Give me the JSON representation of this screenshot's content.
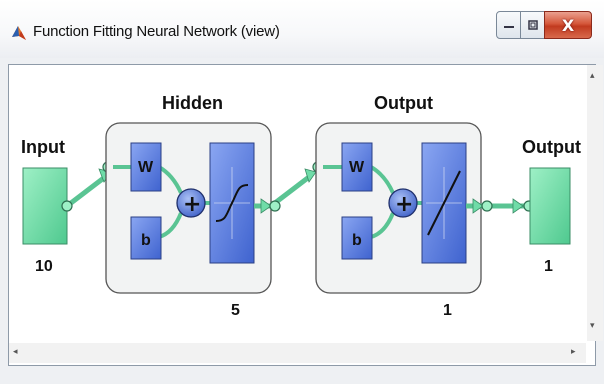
{
  "window": {
    "title": "Function Fitting Neural Network (view)",
    "close_glyph": "X",
    "icons": [
      "matlab-logo-icon",
      "minimize-icon",
      "maximize-icon",
      "close-icon"
    ]
  },
  "scrollbars": {
    "left_arrow": "◂",
    "right_arrow": "▸",
    "up_arrow": "▴",
    "down_arrow": "▾"
  },
  "network": {
    "input": {
      "label": "Input",
      "size": "10"
    },
    "hidden": {
      "label": "Hidden",
      "size": "5",
      "weight": "W",
      "bias": "b",
      "plus": "+",
      "transfer": "tansig"
    },
    "output_layer": {
      "label": "Output",
      "size": "1",
      "weight": "W",
      "bias": "b",
      "plus": "+",
      "transfer": "purelin"
    },
    "output": {
      "label": "Output",
      "size": "1"
    }
  },
  "colors": {
    "green_block": "#6fdca8",
    "blue_block": "#5b7fe0",
    "connector": "#76d4a8",
    "close_button": "#c8472c"
  }
}
